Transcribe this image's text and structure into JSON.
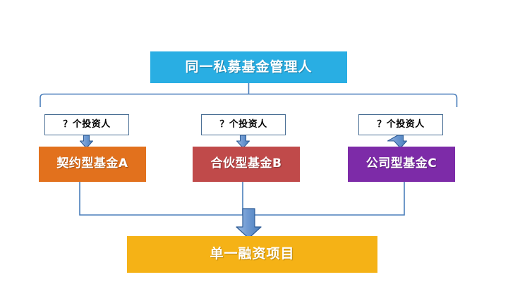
{
  "diagram": {
    "type": "flowchart",
    "title_node": {
      "id": "manager",
      "label": "同一私募基金管理人",
      "fill": "#29aee3",
      "text_color": "#ffffff"
    },
    "investor_notes": [
      {
        "id": "investor-a",
        "label": "？个投资人",
        "border_color": "#4a6f95",
        "fill": "#ffffff",
        "text_color": "#000000"
      },
      {
        "id": "investor-b",
        "label": "？个投资人",
        "border_color": "#4a6f95",
        "fill": "#ffffff",
        "text_color": "#000000"
      },
      {
        "id": "investor-c",
        "label": "？个投资人",
        "border_color": "#4a6f95",
        "fill": "#ffffff",
        "text_color": "#000000"
      }
    ],
    "fund_nodes": [
      {
        "id": "fund-a",
        "label": "契约型基金A",
        "fill": "#e2711d",
        "text_color": "#ffffff"
      },
      {
        "id": "fund-b",
        "label": "合伙型基金B",
        "fill": "#c04a4a",
        "text_color": "#ffffff"
      },
      {
        "id": "fund-c",
        "label": "公司型基金C",
        "fill": "#7d2ba8",
        "text_color": "#ffffff"
      }
    ],
    "target_node": {
      "id": "project",
      "label": "单一融资项目",
      "fill": "#f5b216",
      "text_color": "#ffffff"
    },
    "connectors": {
      "line_color": "#4a7ebb",
      "arrow_fill": "#6f9ad3",
      "arrow_stroke": "#2f5c96",
      "bracket_name": "manager-to-funds-bracket",
      "arrow_names": [
        "arrow-investor-a-to-fund-a",
        "arrow-investor-b-to-fund-b",
        "arrow-investor-c-to-fund-c",
        "arrow-funds-to-project"
      ]
    },
    "background_color": "#ffffff"
  }
}
